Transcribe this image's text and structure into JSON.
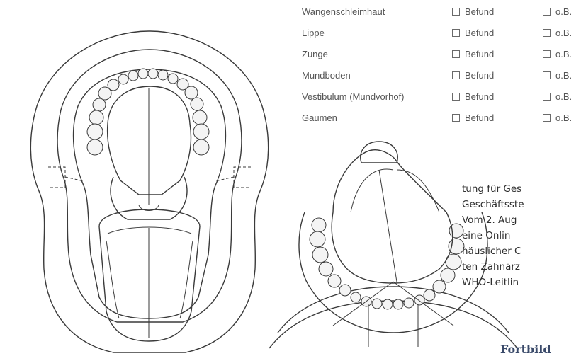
{
  "form": {
    "rows": [
      {
        "label": "Wangenschleimhaut",
        "option1": "Befund",
        "option2": "o.B."
      },
      {
        "label": "Lippe",
        "option1": "Befund",
        "option2": "o.B."
      },
      {
        "label": "Zunge",
        "option1": "Befund",
        "option2": "o.B."
      },
      {
        "label": "Mundboden",
        "option1": "Befund",
        "option2": "o.B."
      },
      {
        "label": "Vestibulum (Mundvorhof)",
        "option1": "Befund",
        "option2": "o.B."
      },
      {
        "label": "Gaumen",
        "option1": "Befund",
        "option2": "o.B."
      }
    ]
  },
  "body_text": {
    "lines": [
      "tung für Ges",
      "Geschäftsste",
      "Vom 2. Aug",
      "eine Onlin",
      "häuslicher C",
      "ten Zahnärz",
      "WHO-Leitlin"
    ]
  },
  "heading": "Fortbild"
}
